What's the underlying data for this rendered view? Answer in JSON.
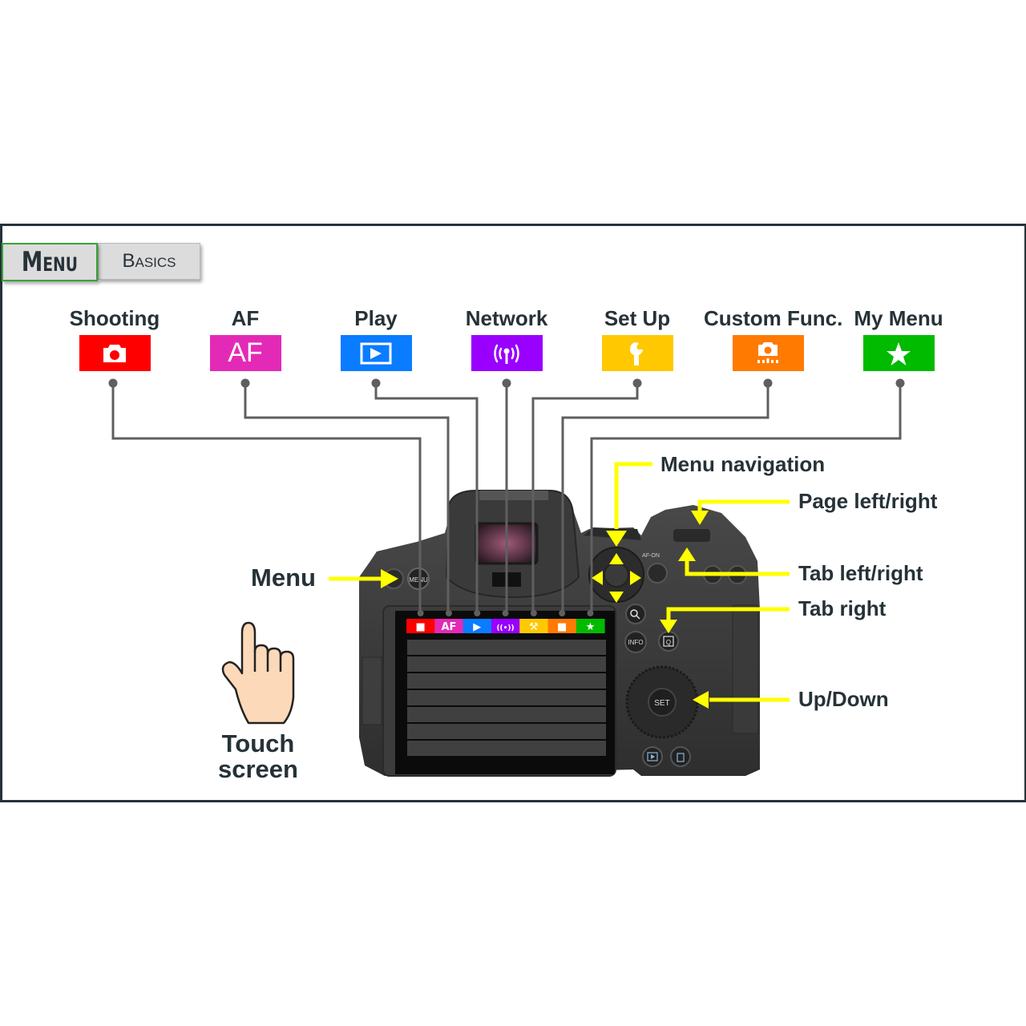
{
  "tabs": {
    "active": "Menu",
    "items": [
      {
        "label": "Menu",
        "active": true
      },
      {
        "label": "Basics",
        "active": false
      }
    ]
  },
  "categories": [
    {
      "label": "Shooting",
      "icon": "camera-icon",
      "color": "#ff0000"
    },
    {
      "label": "AF",
      "icon": "af-text-icon",
      "icon_text": "AF",
      "color": "#e32ab7"
    },
    {
      "label": "Play",
      "icon": "play-icon",
      "color": "#0a7cff"
    },
    {
      "label": "Network",
      "icon": "wireless-icon",
      "color": "#9900ff"
    },
    {
      "label": "Set Up",
      "icon": "wrench-icon",
      "color": "#ffc800"
    },
    {
      "label": "Custom Func.",
      "icon": "custom-camera-icon",
      "color": "#ff7a00"
    },
    {
      "label": "My Menu",
      "icon": "star-icon",
      "color": "#00bb00"
    }
  ],
  "callouts": {
    "menu": "Menu",
    "menu_navigation": "Menu navigation",
    "page_left_right": "Page left/right",
    "tab_left_right": "Tab left/right",
    "tab_right": "Tab right",
    "up_down": "Up/Down",
    "touch_screen_line1": "Touch",
    "touch_screen_line2": "screen"
  },
  "camera": {
    "buttons": {
      "menu": "MENU",
      "af_on": "AF-ON",
      "info": "INFO",
      "set": "SET",
      "q": "Q"
    },
    "screen_rows": 7
  },
  "colors": {
    "frame": "#263238",
    "leader_line": "#5f5f5f",
    "arrow": "#ffff00",
    "tab_active_border": "#3aa13a"
  }
}
